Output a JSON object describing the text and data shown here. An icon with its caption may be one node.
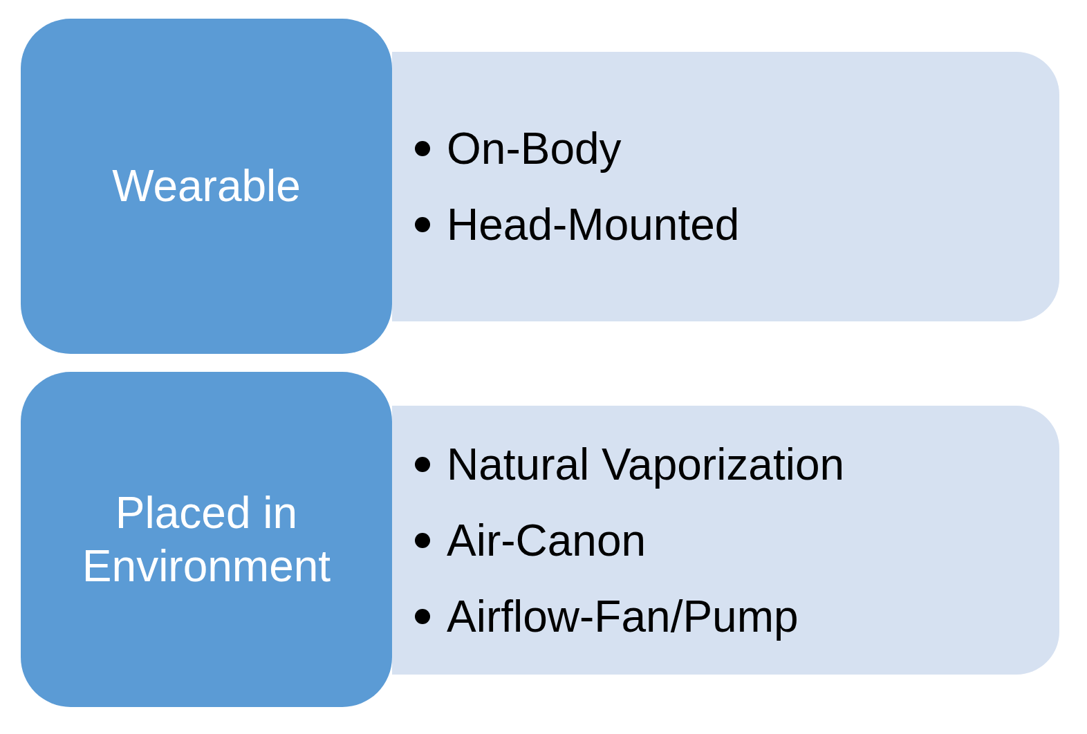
{
  "diagram": {
    "nodes": [
      {
        "text": [
          "Wearable"
        ]
      },
      {
        "text": [
          "On-Body",
          "Head-Mounted"
        ]
      },
      {
        "text": [
          "Placed in Environment"
        ]
      },
      {
        "text": [
          "Natural Vaporization",
          "Air-Canon",
          "Airflow-Fan/Pump"
        ]
      }
    ]
  }
}
